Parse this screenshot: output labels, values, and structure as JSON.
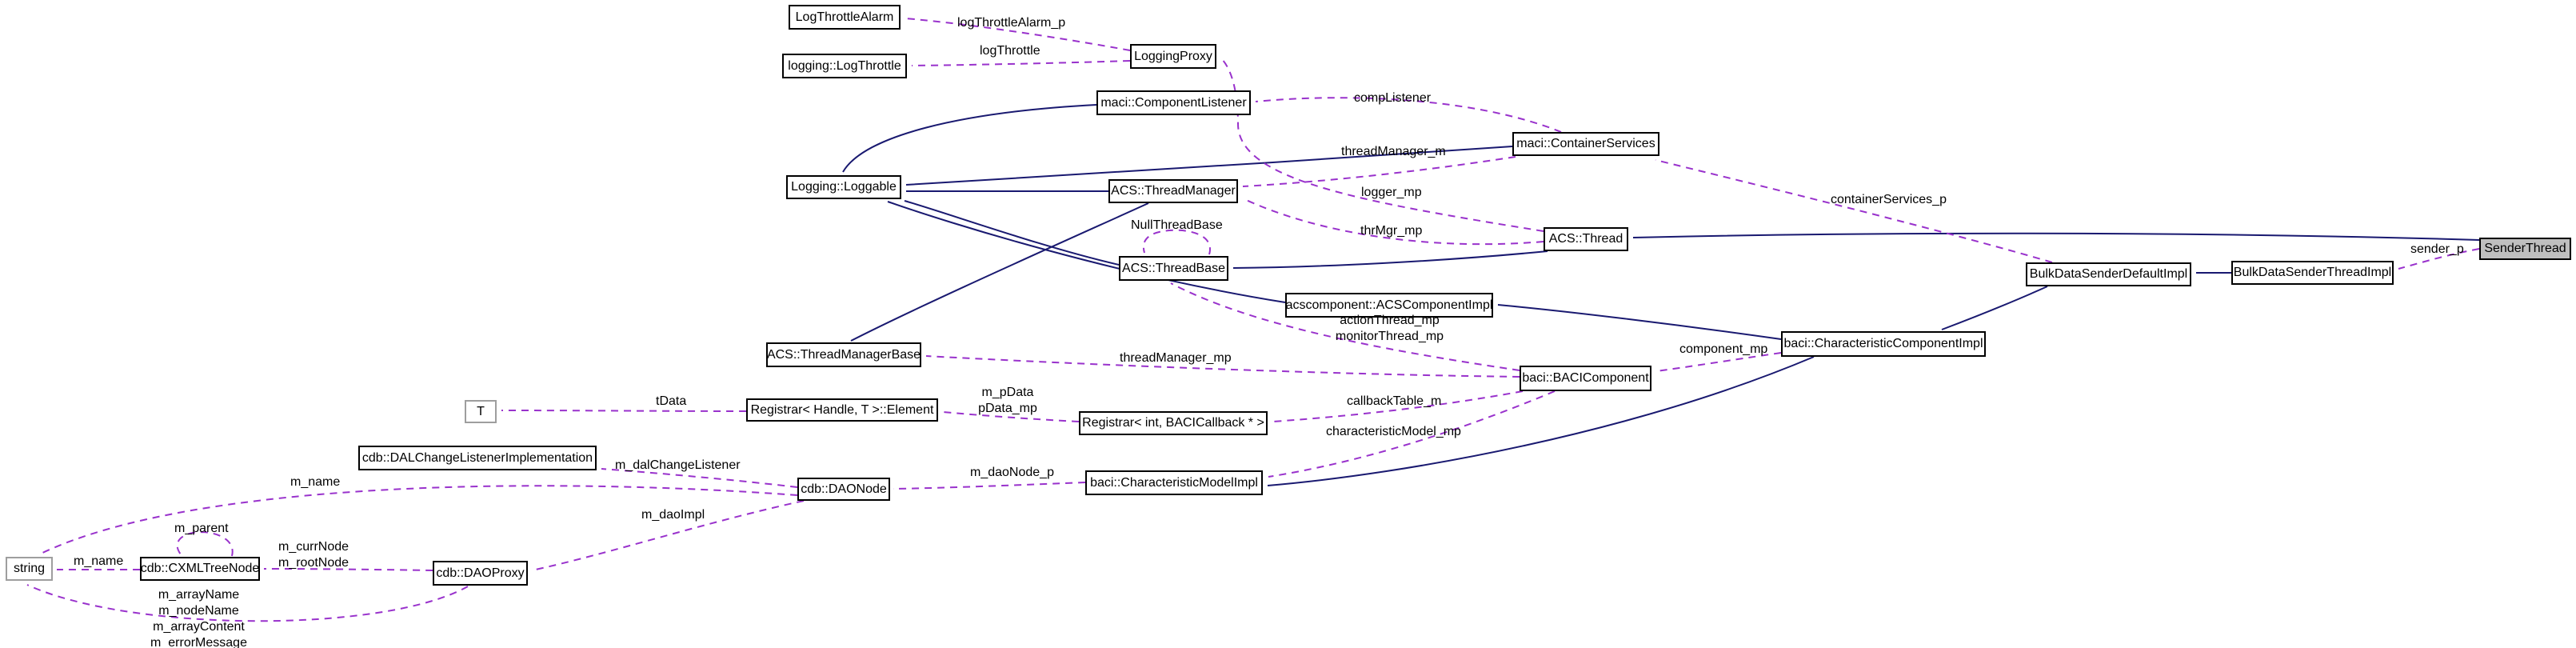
{
  "diagram": {
    "kind": "doxygen-collaboration-graph",
    "highlighted_node": "SenderThread",
    "colors": {
      "inheritance_edge": "#191970",
      "usage_edge": "#9932cc",
      "node_border": "#000000",
      "highlight_fill": "#bfbfbf",
      "external_node_border": "#9e9e9e",
      "background": "#ffffff"
    },
    "nodes": [
      {
        "id": "log-throttle-alarm",
        "label": "LogThrottleAlarm"
      },
      {
        "id": "logging-log-throttle",
        "label": "logging::LogThrottle"
      },
      {
        "id": "logging-proxy",
        "label": "LoggingProxy"
      },
      {
        "id": "maci-component-listener",
        "label": "maci::ComponentListener"
      },
      {
        "id": "maci-container-services",
        "label": "maci::ContainerServices"
      },
      {
        "id": "logging-loggable",
        "label": "Logging::Loggable"
      },
      {
        "id": "acs-thread-manager",
        "label": "ACS::ThreadManager"
      },
      {
        "id": "acs-thread",
        "label": "ACS::Thread"
      },
      {
        "id": "acs-thread-base",
        "label": "ACS::ThreadBase"
      },
      {
        "id": "acscomponent-acs-component-impl",
        "label": "acscomponent::ACSComponentImpl"
      },
      {
        "id": "bulk-data-sender-default-impl",
        "label": "BulkDataSenderDefaultImpl"
      },
      {
        "id": "bulk-data-sender-thread-impl",
        "label": "BulkDataSenderThreadImpl"
      },
      {
        "id": "sender-thread",
        "label": "SenderThread"
      },
      {
        "id": "baci-characteristic-component-impl",
        "label": "baci::CharacteristicComponentImpl"
      },
      {
        "id": "acs-thread-manager-base",
        "label": "ACS::ThreadManagerBase"
      },
      {
        "id": "baci-baci-component",
        "label": "baci::BACIComponent"
      },
      {
        "id": "template-param-t",
        "label": "T"
      },
      {
        "id": "registrar-handle-t-element",
        "label": "Registrar< Handle, T >::Element"
      },
      {
        "id": "registrar-int-bacicallback",
        "label": "Registrar< int, BACICallback * >"
      },
      {
        "id": "cdb-dal-change-listener-implementation",
        "label": "cdb::DALChangeListenerImplementation"
      },
      {
        "id": "baci-characteristic-model-impl",
        "label": "baci::CharacteristicModelImpl"
      },
      {
        "id": "cdb-dao-node",
        "label": "cdb::DAONode"
      },
      {
        "id": "string",
        "label": "string"
      },
      {
        "id": "cdb-cxml-tree-node",
        "label": "cdb::CXMLTreeNode"
      },
      {
        "id": "cdb-dao-proxy",
        "label": "cdb::DAOProxy"
      }
    ],
    "edges": [
      {
        "type": "usage",
        "from": "LoggingProxy",
        "to": "LogThrottleAlarm",
        "label": "logThrottleAlarm_p"
      },
      {
        "type": "usage",
        "from": "LoggingProxy",
        "to": "logging::LogThrottle",
        "label": "logThrottle"
      },
      {
        "type": "usage",
        "from": "maci::ContainerServices",
        "to": "maci::ComponentListener",
        "label": "compListener"
      },
      {
        "type": "usage",
        "from": "maci::ContainerServices",
        "to": "ACS::ThreadManager",
        "label": "threadManager_m"
      },
      {
        "type": "usage",
        "from": "ACS::Thread",
        "to": "LoggingProxy",
        "label": "logger_mp"
      },
      {
        "type": "usage",
        "from": "ACS::Thread",
        "to": "ACS::ThreadManager",
        "label": "thrMgr_mp"
      },
      {
        "type": "usage",
        "from": "BulkDataSenderDefaultImpl",
        "to": "maci::ContainerServices",
        "label": "containerServices_p"
      },
      {
        "type": "usage",
        "from": "ACS::ThreadBase",
        "to": "ACS::ThreadBase",
        "label": "NullThreadBase"
      },
      {
        "type": "usage",
        "from": "SenderThread",
        "to": "BulkDataSenderThreadImpl",
        "label": "sender_p"
      },
      {
        "type": "usage",
        "from": "baci::BACIComponent",
        "to": "ACS::ThreadBase",
        "label": "actionThread_mp\nmonitorThread_mp"
      },
      {
        "type": "usage",
        "from": "baci::BACIComponent",
        "to": "ACS::ThreadManagerBase",
        "label": "threadManager_mp"
      },
      {
        "type": "usage",
        "from": "baci::CharacteristicComponentImpl",
        "to": "baci::BACIComponent",
        "label": "component_mp"
      },
      {
        "type": "usage",
        "from": "baci::BACIComponent",
        "to": "Registrar< int, BACICallback * >",
        "label": "callbackTable_m"
      },
      {
        "type": "usage",
        "from": "Registrar< int, BACICallback * >",
        "to": "Registrar< Handle, T >::Element",
        "label": "m_pData\npData_mp"
      },
      {
        "type": "usage",
        "from": "Registrar< Handle, T >::Element",
        "to": "T",
        "label": "tData"
      },
      {
        "type": "usage",
        "from": "baci::BACIComponent",
        "to": "baci::CharacteristicModelImpl",
        "label": "characteristicModel_mp"
      },
      {
        "type": "usage",
        "from": "cdb::DAONode",
        "to": "cdb::DALChangeListenerImplementation",
        "label": "m_dalChangeListener"
      },
      {
        "type": "usage",
        "from": "baci::CharacteristicModelImpl",
        "to": "cdb::DAONode",
        "label": "m_daoNode_p"
      },
      {
        "type": "usage",
        "from": "cdb::DAONode",
        "to": "string",
        "label": "m_name"
      },
      {
        "type": "usage",
        "from": "cdb::DAONode",
        "to": "cdb::DAOProxy",
        "label": "m_daoImpl"
      },
      {
        "type": "usage",
        "from": "cdb::CXMLTreeNode",
        "to": "cdb::CXMLTreeNode",
        "label": "m_parent"
      },
      {
        "type": "usage",
        "from": "cdb::DAOProxy",
        "to": "cdb::CXMLTreeNode",
        "label": "m_currNode\nm_rootNode"
      },
      {
        "type": "usage",
        "from": "cdb::CXMLTreeNode",
        "to": "string",
        "label": "m_name"
      },
      {
        "type": "usage",
        "from": "cdb::DAOProxy",
        "to": "string",
        "label": "m_arrayName\nm_nodeName\nm_arrayContent\nm_errorMessage"
      },
      {
        "type": "inheritance",
        "from": "maci::ComponentListener",
        "to": "Logging::Loggable",
        "label": ""
      },
      {
        "type": "inheritance",
        "from": "ACS::ThreadManager",
        "to": "Logging::Loggable",
        "label": ""
      },
      {
        "type": "inheritance",
        "from": "maci::ContainerServices",
        "to": "Logging::Loggable",
        "label": ""
      },
      {
        "type": "inheritance",
        "from": "ACS::ThreadBase",
        "to": "Logging::Loggable",
        "label": ""
      },
      {
        "type": "inheritance",
        "from": "acscomponent::ACSComponentImpl",
        "to": "Logging::Loggable",
        "label": ""
      },
      {
        "type": "inheritance",
        "from": "ACS::Thread",
        "to": "ACS::ThreadBase",
        "label": ""
      },
      {
        "type": "inheritance",
        "from": "SenderThread",
        "to": "ACS::Thread",
        "label": ""
      },
      {
        "type": "inheritance",
        "from": "BulkDataSenderThreadImpl",
        "to": "BulkDataSenderDefaultImpl",
        "label": ""
      },
      {
        "type": "inheritance",
        "from": "BulkDataSenderDefaultImpl",
        "to": "baci::CharacteristicComponentImpl",
        "label": ""
      },
      {
        "type": "inheritance",
        "from": "baci::CharacteristicComponentImpl",
        "to": "acscomponent::ACSComponentImpl",
        "label": ""
      },
      {
        "type": "inheritance",
        "from": "baci::CharacteristicComponentImpl",
        "to": "baci::CharacteristicModelImpl",
        "label": ""
      },
      {
        "type": "inheritance",
        "from": "ACS::ThreadManager",
        "to": "ACS::ThreadManagerBase",
        "label": ""
      }
    ]
  }
}
